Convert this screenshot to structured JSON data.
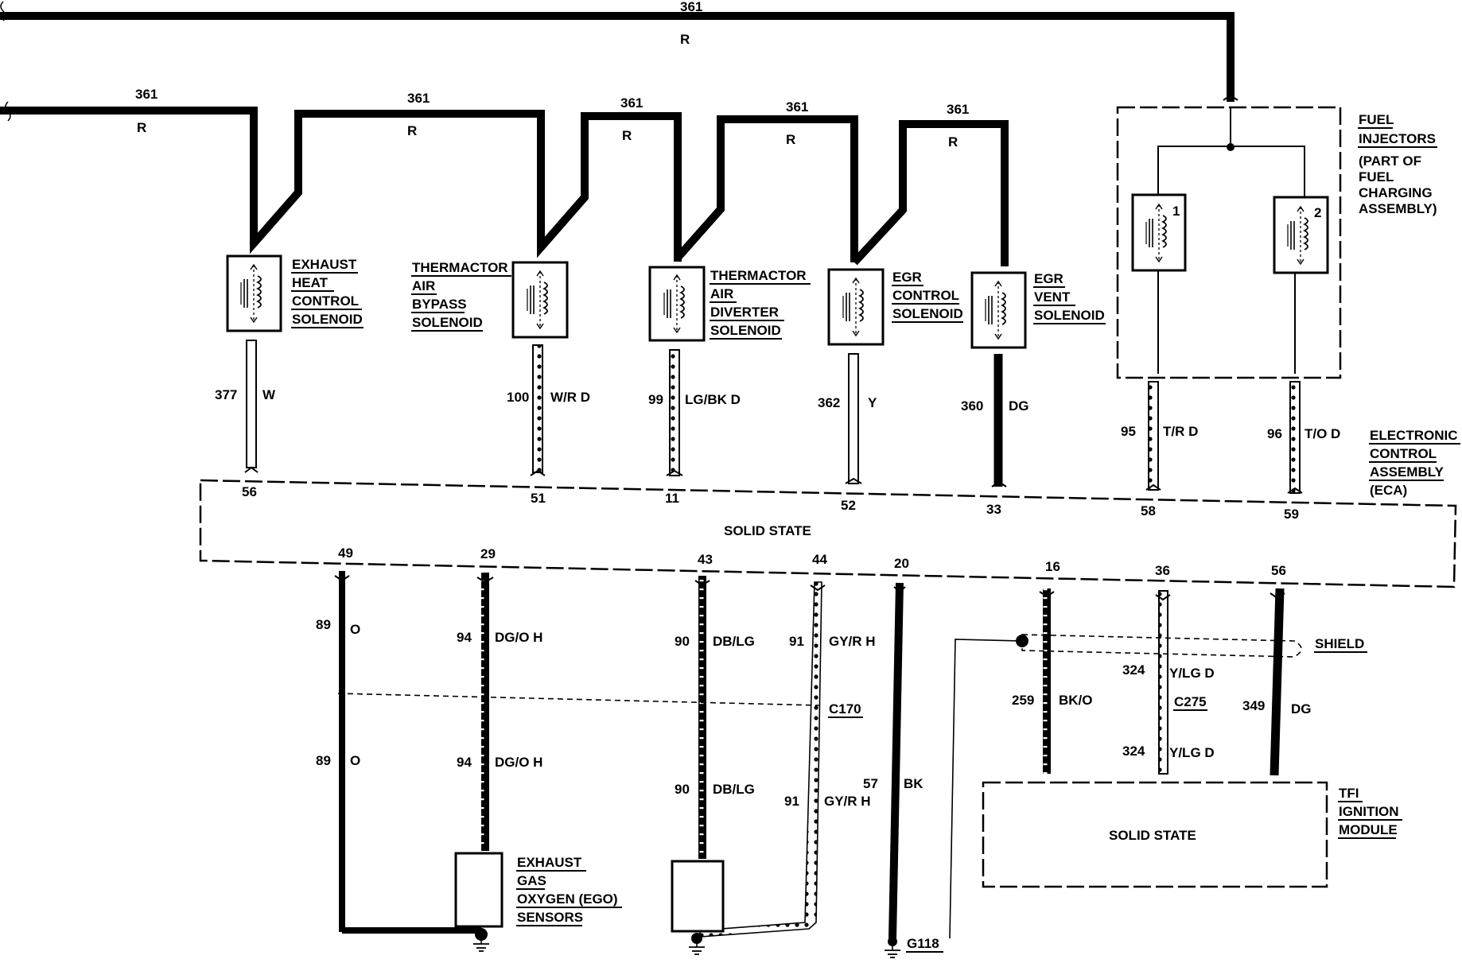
{
  "top_circuit": {
    "number": "361",
    "color": "R"
  },
  "feed_segments": [
    {
      "number": "361",
      "color": "R"
    },
    {
      "number": "361",
      "color": "R"
    },
    {
      "number": "361",
      "color": "R"
    },
    {
      "number": "361",
      "color": "R"
    },
    {
      "number": "361",
      "color": "R"
    }
  ],
  "solenoids": [
    {
      "name_lines": [
        "EXHAUST",
        "HEAT",
        "CONTROL",
        "SOLENOID"
      ],
      "wire_number": "377",
      "wire_color": "W",
      "pin": "56"
    },
    {
      "name_lines": [
        "THERMACTOR",
        "AIR",
        "BYPASS",
        "SOLENOID"
      ],
      "wire_number": "100",
      "wire_color": "W/R D",
      "pin": "51"
    },
    {
      "name_lines": [
        "THERMACTOR",
        "AIR",
        "DIVERTER",
        "SOLENOID"
      ],
      "wire_number": "99",
      "wire_color": "LG/BK D",
      "pin": "11"
    },
    {
      "name_lines": [
        "EGR",
        "CONTROL",
        "SOLENOID"
      ],
      "wire_number": "362",
      "wire_color": "Y",
      "pin": "52"
    },
    {
      "name_lines": [
        "EGR",
        "VENT",
        "SOLENOID"
      ],
      "wire_number": "360",
      "wire_color": "DG",
      "pin": "33"
    }
  ],
  "fuel_injectors": {
    "title_lines": [
      "FUEL",
      "INJECTORS"
    ],
    "note_lines": [
      "(PART OF",
      "FUEL",
      "CHARGING",
      "ASSEMBLY)"
    ],
    "injectors": [
      {
        "label": "1",
        "wire_number": "95",
        "wire_color": "T/R D",
        "pin": "58"
      },
      {
        "label": "2",
        "wire_number": "96",
        "wire_color": "T/O D",
        "pin": "59"
      }
    ]
  },
  "eca": {
    "label_lines": [
      "ELECTRONIC",
      "CONTROL",
      "ASSEMBLY",
      "(ECA)"
    ],
    "center_text": "SOLID STATE"
  },
  "lower_circuits": [
    {
      "pin": "49",
      "upper_number": "89",
      "upper_color": "O",
      "lower_number": "89",
      "lower_color": "O"
    },
    {
      "pin": "29",
      "upper_number": "94",
      "upper_color": "DG/O H",
      "lower_number": "94",
      "lower_color": "DG/O H"
    },
    {
      "pin": "43",
      "upper_number": "90",
      "upper_color": "DB/LG",
      "lower_number": "90",
      "lower_color": "DB/LG"
    },
    {
      "pin": "44",
      "upper_number": "91",
      "upper_color": "GY/R H",
      "lower_number": "91",
      "lower_color": "GY/R H"
    },
    {
      "pin": "20",
      "number": "57",
      "color": "BK"
    },
    {
      "pin": "16",
      "number": "259",
      "color": "BK/O"
    },
    {
      "pin": "36",
      "upper_number": "324",
      "upper_color": "Y/LG D",
      "lower_number": "324",
      "lower_color": "Y/LG D"
    },
    {
      "pin": "56",
      "number": "349",
      "color": "DG"
    }
  ],
  "connectors": {
    "c170": "C170",
    "c275": "C275"
  },
  "shield_label": "SHIELD",
  "ground_label": "G118",
  "ego": {
    "label_lines": [
      "EXHAUST",
      "GAS",
      "OXYGEN (EGO)",
      "SENSORS"
    ]
  },
  "tfi": {
    "label_lines": [
      "TFI",
      "IGNITION",
      "MODULE"
    ],
    "center_text": "SOLID STATE"
  }
}
